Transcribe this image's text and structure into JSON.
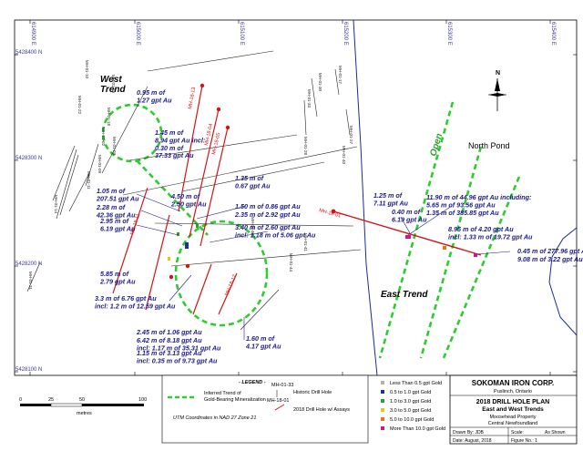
{
  "grid": {
    "eastings": [
      "614900 E",
      "615000 E",
      "615100 E",
      "615200 E",
      "615300 E",
      "615400 E"
    ],
    "northings": [
      "5428400 N",
      "5428300 N",
      "5428200 N",
      "5428100 N"
    ]
  },
  "north_arrow": {
    "label": "N"
  },
  "trends": {
    "west": "West\nTrend",
    "east": "East Trend",
    "open": "Open"
  },
  "place_labels": {
    "north_pond": "North Pond"
  },
  "callouts": [
    {
      "text": "0.95 m of\n1.27 gpt Au"
    },
    {
      "text": "1.45 m of\n8.94 gpt Au incl:\n0.30 m of\n37.33 gpt Au"
    },
    {
      "text": "1.35 m of\n0.67 gpt Au"
    },
    {
      "text": "1.05 m of\n207.51 gpt Au"
    },
    {
      "text": "4.50 m of\n2.50 gpt Au"
    },
    {
      "text": "2.28 m of\n42.36 gpt Au"
    },
    {
      "text": "2.95 m of\n6.19 gpt Au"
    },
    {
      "text": "1.50 m of 0.86 gpt Au"
    },
    {
      "text": "2.35 m of 2.92 gpt Au"
    },
    {
      "text": "3.40 m of 2.60 gpt Au\nincl: 1.18 m of 5.06 gpt Au"
    },
    {
      "text": "1.25 m of\n7.11 gpt Au"
    },
    {
      "text": "11.90 m of 44.96 gpt Au including:\n5.65 m of 93.56 gpt Au\n1.35 m of 385.85 gpt Au"
    },
    {
      "text": "0.40 m of\n6.19 gpt Au"
    },
    {
      "text": "8.95 m of 4.20 gpt Au\nincl: 1.33 m of 19.72 gpt Au"
    },
    {
      "text": "0.45 m of 277.96 gpt Au"
    },
    {
      "text": "9.08 m of 3.22 gpt Au"
    },
    {
      "text": "5.85 m of\n2.79 gpt Au"
    },
    {
      "text": "3.3 m of 6.76 gpt Au\nincl: 1.2 m of 12.59 gpt Au"
    },
    {
      "text": "2.45 m of 1.06 gpt Au"
    },
    {
      "text": "6.42 m of 8.18 gpt Au\nincl: 1.17 m of 35.31 gpt Au"
    },
    {
      "text": "1.15 m of 3.13 gpt Au\nincl: 0.35 m of 9.73 gpt Au"
    },
    {
      "text": "1.60 m of\n4.17 gpt Au"
    }
  ],
  "drill_holes_2018": [
    "MH-18-13",
    "MH-18-04",
    "MH-18-05",
    "MH-18-11",
    "MH-18-01",
    "MH-18-12"
  ],
  "historic_holes": [
    "MH-01-10",
    "MH-01-19",
    "MH-01-22",
    "MH-01-18",
    "MH-01-02",
    "MH-01-03",
    "MH-01-09",
    "MH-01-11",
    "MH-01-14",
    "MH-01-31",
    "MH-01-33",
    "MH-01-30",
    "MH-01-17",
    "MH-01-28",
    "MH-01-27",
    "MH-01-40",
    "MH-01-41",
    "MH-01-43",
    "MH-01-44"
  ],
  "scale_bar": {
    "ticks": [
      "0",
      "25",
      "50",
      "100"
    ],
    "units": "metres"
  },
  "legend": {
    "title": "- LEGEND -",
    "inferred_trend": "Inferred Trend of\nGold-Bearing Mineralization",
    "historic_sample": "MH-01-33",
    "historic_label": "Historic Drill Hole",
    "new_sample": "MH-18-01",
    "new_label": "2018 Drill Hole w/ Assays",
    "utm": "UTM Coordinates in NAD 27 Zone 21",
    "grade_classes": [
      {
        "label": "Less Than 0.5 gpt Gold",
        "color": "#b0b0b0"
      },
      {
        "label": "0.5 to 1.0 gpt Gold",
        "color": "#1f2f9f"
      },
      {
        "label": "1.0 to 3.0 gpt Gold",
        "color": "#2ea02e"
      },
      {
        "label": "3.0 to 5.0 gpt Gold",
        "color": "#e6c619"
      },
      {
        "label": "5.0 to 10.0 gpt Gold",
        "color": "#e8731a"
      },
      {
        "label": "More Than 10.0 gpt Gold",
        "color": "#d4148c"
      }
    ]
  },
  "title_block": {
    "company": "SOKOMAN IRON CORP.",
    "location": "Puslinch, Ontario",
    "title_line1": "2018 DRILL HOLE PLAN",
    "title_line2": "East and West Trends",
    "property": "Moosehead Property",
    "region": "Central Newfoundland",
    "drawn_by": "Drawn By: JDB",
    "scale": "Scale:",
    "scale_value": "As Shown",
    "date": "Date:  August, 2018",
    "figure": "Figure No.:  1"
  },
  "colors": {
    "trend_green": "#2ecc2e",
    "new_hole_red": "#d41414",
    "road_blue": "#1a2a9a",
    "callout_text": "#1a1a8c",
    "tick_text": "#3a3aa0"
  }
}
